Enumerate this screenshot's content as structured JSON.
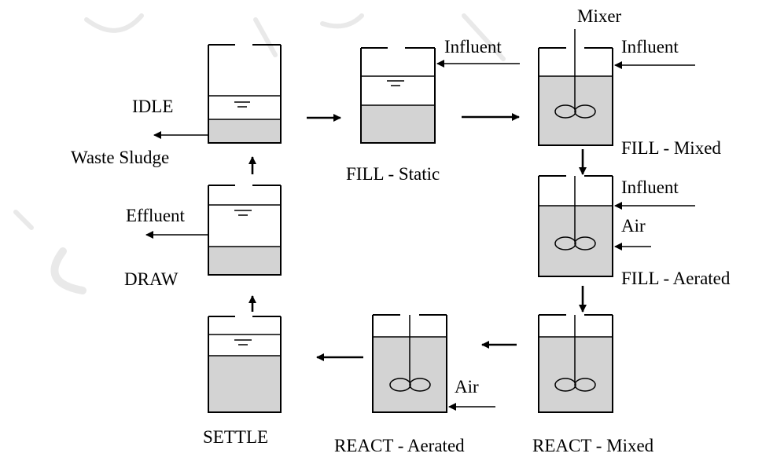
{
  "stages": {
    "idle": "IDLE",
    "fill_static": "FILL - Static",
    "fill_mixed": "FILL - Mixed",
    "fill_aerated": "FILL - Aerated",
    "react_mixed": "REACT - Mixed",
    "react_aerated": "REACT - Aerated",
    "settle": "SETTLE",
    "draw": "DRAW"
  },
  "labels": {
    "mixer": "Mixer",
    "influent": "Influent",
    "air": "Air",
    "waste_sludge": "Waste Sludge",
    "effluent": "Effluent"
  },
  "colors": {
    "liquid": "#d3d3d3",
    "lines": "#000000"
  }
}
